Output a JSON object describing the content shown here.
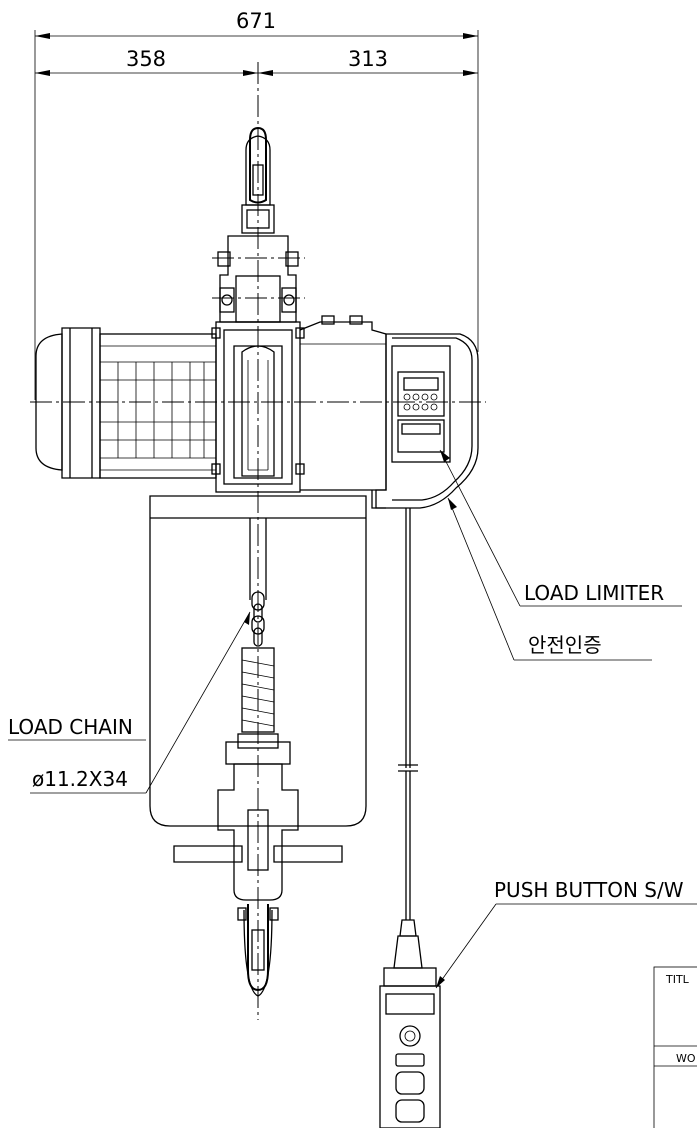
{
  "dimensions": {
    "overall": "671",
    "left": "358",
    "right": "313"
  },
  "labels": {
    "load_limiter": "LOAD LIMITER",
    "safety_cert": "안전인증",
    "load_chain": "LOAD CHAIN",
    "chain_spec": "ø11.2X34",
    "push_button": "PUSH BUTTON S/W"
  },
  "title_block": {
    "title": "TITL",
    "work": "WO"
  }
}
